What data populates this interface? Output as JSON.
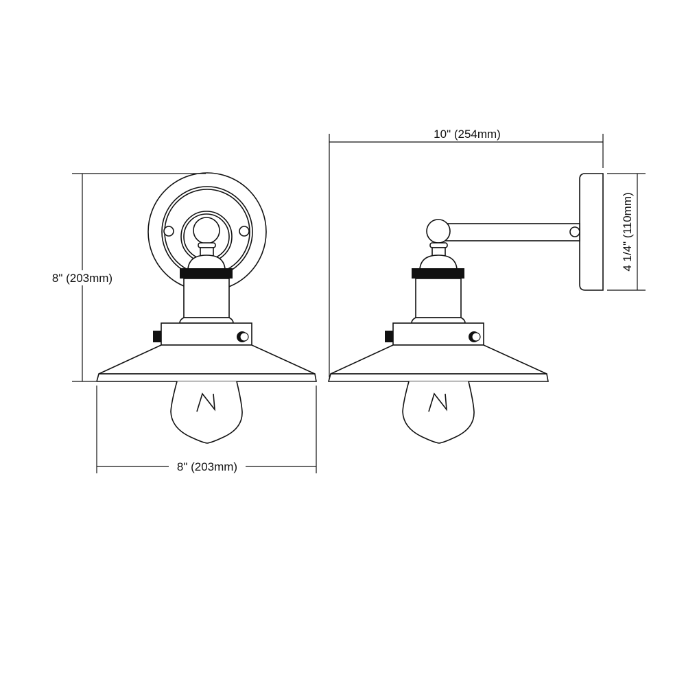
{
  "front_view": {
    "height_label": "8\" (203mm)",
    "width_label": "8\" (203mm)"
  },
  "side_view": {
    "extension_label": "10\" (254mm)",
    "backplate_height_label": "4 1/4\" (110mm)"
  },
  "colors": {
    "line": "#111111",
    "background": "#ffffff"
  }
}
